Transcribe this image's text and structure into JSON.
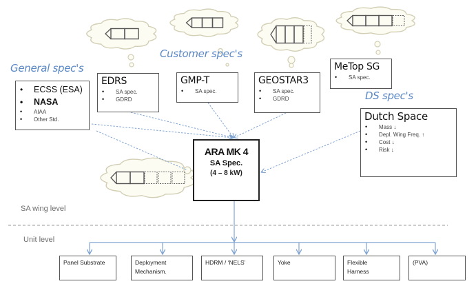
{
  "groups": {
    "general": "General spec's",
    "customer": "Customer spec's",
    "ds": "DS spec's"
  },
  "general_box": {
    "items": [
      {
        "label": "ECSS (ESA)",
        "emphasis": "large"
      },
      {
        "label": "NASA",
        "emphasis": "large-bold"
      },
      {
        "label": "AIAA",
        "emphasis": "small"
      },
      {
        "label": "Other Std.",
        "emphasis": "small"
      }
    ]
  },
  "customer_boxes": [
    {
      "title": "EDRS",
      "items": [
        "SA spec.",
        "GDRD"
      ],
      "cloud": {
        "solid_panels": 2,
        "dashed_panels": 0
      }
    },
    {
      "title": "GMP-T",
      "items": [
        "SA spec."
      ],
      "cloud": {
        "solid_panels": 3,
        "dashed_panels": 0
      }
    },
    {
      "title": "GEOSTAR3",
      "items": [
        "SA spec.",
        "GDRD"
      ],
      "cloud": {
        "solid_panels": 3,
        "dashed_panels": 1
      }
    },
    {
      "title": "MeTop SG",
      "items": [
        "SA spec."
      ],
      "cloud": {
        "solid_panels": 3,
        "dashed_panels": 1
      }
    }
  ],
  "ds_box": {
    "title": "Dutch Space",
    "items": [
      "Mass ↓",
      "Depl. Wing Freq. ↑",
      "Cost ↓",
      "Risk ↓"
    ]
  },
  "main_box": {
    "title": "ARA MK 4",
    "subtitle": "SA Spec.",
    "range": "(4 – 8 kW)",
    "cloud": {
      "solid_panels": 2,
      "dashed_panels": 3
    }
  },
  "levels": {
    "upper": "SA wing level",
    "lower": "Unit level"
  },
  "units": [
    {
      "line1": "Panel Substrate",
      "line2": ""
    },
    {
      "line1": "Deployment",
      "line2": "Mechanism."
    },
    {
      "line1": "HDRM / ‘NELS’",
      "line2": ""
    },
    {
      "line1": "Yoke",
      "line2": ""
    },
    {
      "line1": "Flexible",
      "line2": "Harness"
    },
    {
      "line1": "(PVA)",
      "line2": ""
    }
  ],
  "colors": {
    "accent_blue": "#5a87c5",
    "arrow_blue": "#7fa3d1",
    "cloud_fill": "#fdfcf3",
    "cloud_stroke": "#d2cfb5",
    "box_border": "#555555",
    "divider": "#999999"
  }
}
